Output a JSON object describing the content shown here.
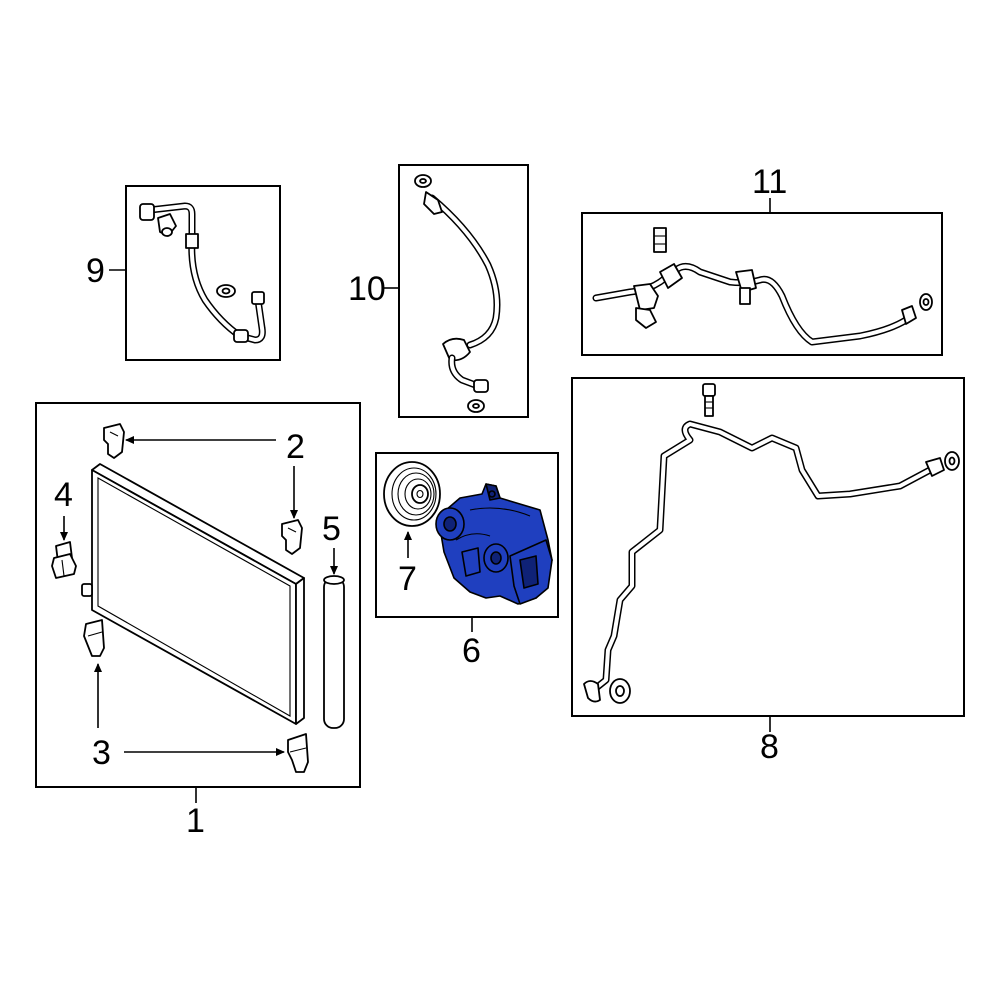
{
  "callouts": {
    "c1": "1",
    "c2": "2",
    "c3": "3",
    "c4": "4",
    "c5": "5",
    "c6": "6",
    "c7": "7",
    "c8": "8",
    "c9": "9",
    "c10": "10",
    "c11": "11"
  },
  "colors": {
    "highlight_part": "#1f3fbf",
    "highlight_dark": "#0f2277",
    "line": "#000000",
    "background": "#ffffff"
  }
}
